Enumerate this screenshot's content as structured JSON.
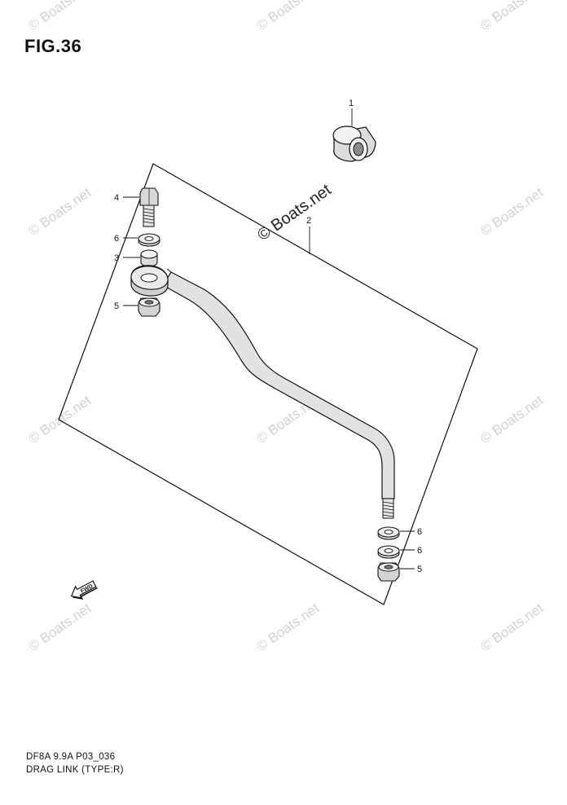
{
  "figure": {
    "title": "FIG.36",
    "code": "DF8A 9.9A P03_036",
    "name": "DRAG LINK (TYPE:R)"
  },
  "watermark": {
    "text": "© Boats.net",
    "center_text": "© Boats.net"
  },
  "callouts": [
    {
      "id": "c1",
      "label": "1"
    },
    {
      "id": "c2",
      "label": "2"
    },
    {
      "id": "c3",
      "label": "3"
    },
    {
      "id": "c4",
      "label": "4"
    },
    {
      "id": "c5a",
      "label": "5"
    },
    {
      "id": "c5b",
      "label": "5"
    },
    {
      "id": "c6a",
      "label": "6"
    },
    {
      "id": "c6b",
      "label": "6"
    },
    {
      "id": "c6c",
      "label": "6"
    }
  ],
  "fwd_label": "FWD"
}
